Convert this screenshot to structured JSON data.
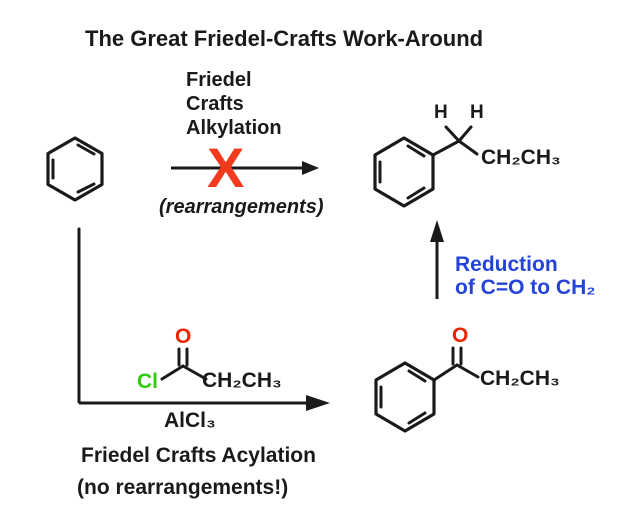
{
  "colors": {
    "ink": "#1a1a1a",
    "cross-red": "#f23a1e",
    "oxygen-red": "#ee2400",
    "chlorine-green": "#2ecc0e",
    "reduction-blue": "#2343d9"
  },
  "title": "The Great Friedel-Crafts Work-Around",
  "alkylation": {
    "condition_lines": [
      "Friedel",
      "Crafts",
      "Alkylation"
    ],
    "cross": "X",
    "note": "(rearrangements)"
  },
  "reduction": {
    "line1": "Reduction",
    "line2": "of C=O to CH₂"
  },
  "acylation": {
    "oxygen": "O",
    "chlorine": "Cl",
    "chain": "CH₂CH₃",
    "catalyst": "AlCl₃",
    "label": "Friedel Crafts Acylation",
    "note": "(no rearrangements!)"
  },
  "propylbenzene": {
    "h_left": "H",
    "h_right": "H",
    "chain": "CH₂CH₃"
  },
  "propiophenone": {
    "oxygen": "O",
    "chain": "CH₂CH₃"
  }
}
